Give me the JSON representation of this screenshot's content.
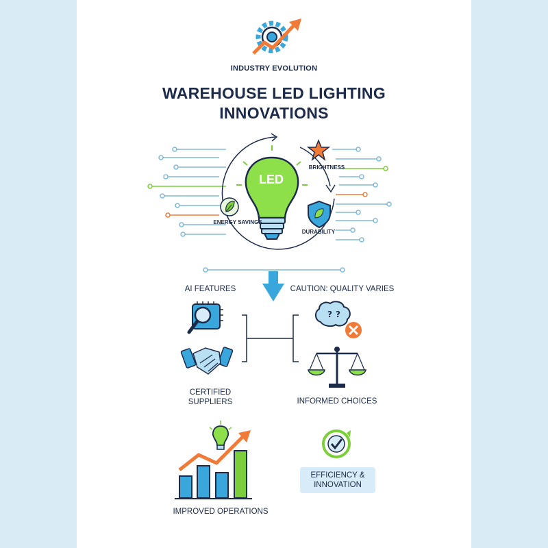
{
  "header": {
    "kicker": "INDUSTRY EVOLUTION",
    "title_line1": "WAREHOUSE LED LIGHTING",
    "title_line2": "INNOVATIONS"
  },
  "hero": {
    "bulb_text": "LED",
    "labels": {
      "brightness": "BRIGHTNESS",
      "energy": "ENERGY SAVINGS",
      "durability": "DURABILITY"
    },
    "icons": [
      "gear-growth-icon",
      "lightbulb-icon",
      "star-icon",
      "leaf-icon",
      "shield-leaf-icon",
      "cycle-arrow-icon"
    ]
  },
  "split": {
    "left_heading": "AI FEATURES",
    "right_heading": "CAUTION: QUALITY VARIES",
    "left_caption_line1": "CERTIFIED",
    "left_caption_line2": "SUPPLIERS",
    "right_caption": "INFORMED CHOICES",
    "icons": [
      "chip-search-icon",
      "handshake-icon",
      "brain-question-icon",
      "x-mark-icon",
      "scales-icon"
    ]
  },
  "footer": {
    "left_caption": "IMPROVED OPERATIONS",
    "badge_line1": "EFFICIENCY &",
    "badge_line2": "INNOVATION",
    "icons": [
      "growth-chart-icon",
      "check-circle-icon"
    ]
  },
  "colors": {
    "navy": "#1c2b4a",
    "green": "#7ccf3a",
    "blue": "#3aa7dc",
    "orange": "#f07a38",
    "light_blue_bg": "#d9ebf5"
  }
}
